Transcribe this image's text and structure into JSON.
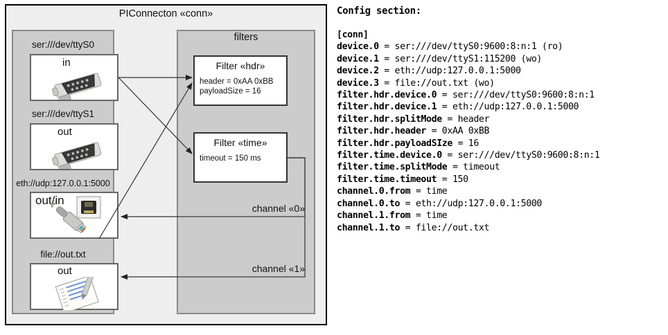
{
  "diagram": {
    "component": {
      "title": "PIConnecton «conn»"
    },
    "devices_panel": {
      "groups": [
        {
          "label": "ser:///dev/ttyS0",
          "caption": "in",
          "icon": "serial-port-icon"
        },
        {
          "label": "ser:///dev/ttyS1",
          "caption": "out",
          "icon": "serial-port-icon"
        },
        {
          "label": "eth://udp:127.0.0.1:5000",
          "caption": "out/in",
          "icon": "ethernet-jack-icon"
        },
        {
          "label": "file://out.txt",
          "caption": "out",
          "icon": "text-file-icon"
        }
      ]
    },
    "filters_panel": {
      "title": "filters",
      "filters": [
        {
          "title": "Filter «hdr»",
          "attrs": [
            "header = 0xAA 0xBB",
            "payloadSize = 16"
          ]
        },
        {
          "title": "Filter «time»",
          "attrs": [
            "timeout = 150 ms"
          ]
        }
      ],
      "channels": [
        {
          "label": "channel «0»"
        },
        {
          "label": "channel «1»"
        }
      ]
    },
    "colors": {
      "frame_bg": "#eeeeee",
      "panel_bg": "#cccccc",
      "panel_border": "#8a8a8a",
      "box_bg": "#ffffff",
      "line": "#333333"
    }
  },
  "config": {
    "heading": "Config section:",
    "lines": [
      {
        "key": "[conn]",
        "value": ""
      },
      {
        "key": "device.0",
        "value": " = ser:///dev/ttyS0:9600:8:n:1 (ro)"
      },
      {
        "key": "device.1",
        "value": " = ser:///dev/ttyS1:115200 (wo)"
      },
      {
        "key": "device.2",
        "value": " = eth://udp:127.0.0.1:5000"
      },
      {
        "key": "device.3",
        "value": " = file://out.txt (wo)"
      },
      {
        "key": "filter.hdr.device.0",
        "value": " = ser:///dev/ttyS0:9600:8:n:1"
      },
      {
        "key": "filter.hdr.device.1",
        "value": " = eth://udp:127.0.0.1:5000"
      },
      {
        "key": "filter.hdr.splitMode",
        "value": " = header"
      },
      {
        "key": "filter.hdr.header",
        "value": " = 0xAA 0xBB"
      },
      {
        "key": "filter.hdr.payloadSIze",
        "value": " = 16"
      },
      {
        "key": "filter.time.device.0",
        "value": " = ser:///dev/ttyS0:9600:8:n:1"
      },
      {
        "key": "filter.time.splitMode",
        "value": " = timeout"
      },
      {
        "key": "filter.time.timeout",
        "value": " = 150"
      },
      {
        "key": "channel.0.from",
        "value": " = time"
      },
      {
        "key": "channel.0.to",
        "value": " = eth://udp:127.0.0.1:5000"
      },
      {
        "key": "channel.1.from",
        "value": " = time"
      },
      {
        "key": "channel.1.to",
        "value": " = file://out.txt"
      }
    ]
  }
}
